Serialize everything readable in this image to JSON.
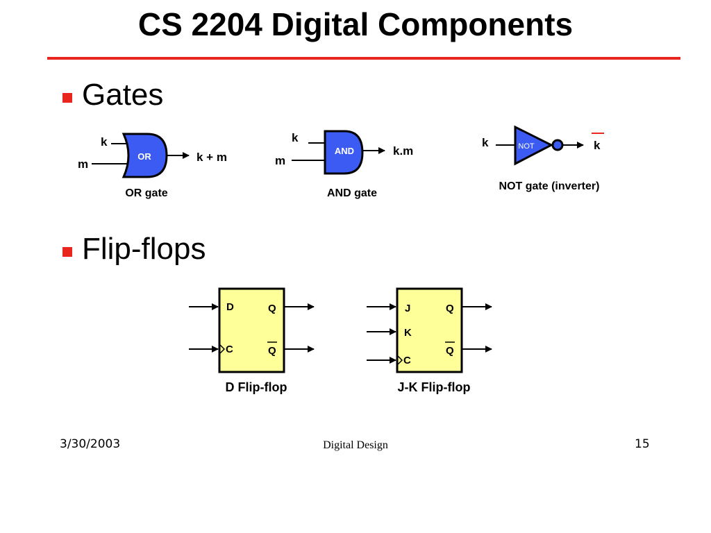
{
  "title": "CS 2204 Digital Components",
  "colors": {
    "accent": "#e8261d",
    "gate_fill": "#3b5bf2",
    "ff_fill": "#ffff99"
  },
  "bullets": {
    "gates": "Gates",
    "flipflops": "Flip-flops"
  },
  "gates": {
    "or": {
      "symbol": "OR",
      "in1": "k",
      "in2": "m",
      "out": "k + m",
      "caption": "OR gate"
    },
    "and": {
      "symbol": "AND",
      "in1": "k",
      "in2": "m",
      "out": "k.m",
      "caption": "AND gate"
    },
    "not": {
      "symbol": "NOT",
      "in": "k",
      "out": "k",
      "caption": "NOT gate (inverter)"
    }
  },
  "flipflops": {
    "d": {
      "pins_left": [
        "D",
        "C"
      ],
      "pins_right": [
        "Q",
        "Q"
      ],
      "caption": "D Flip-flop"
    },
    "jk": {
      "pins_left": [
        "J",
        "K",
        "C"
      ],
      "pins_right": [
        "Q",
        "Q"
      ],
      "caption": "J-K Flip-flop"
    }
  },
  "footer": {
    "date": "3/30/2003",
    "center": "Digital Design",
    "page": "15"
  }
}
